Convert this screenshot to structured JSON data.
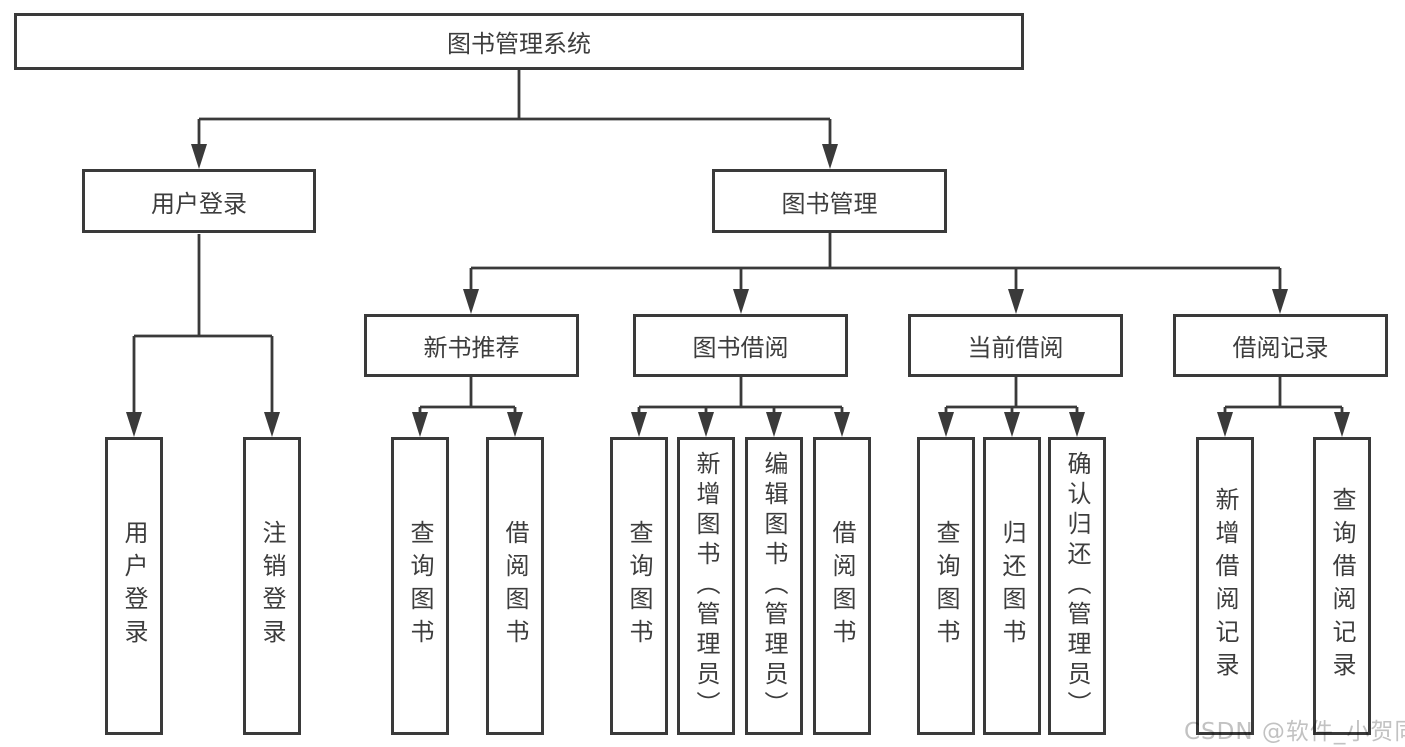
{
  "diagram": {
    "watermark": "CSDN @软件_小贺同学",
    "colors": {
      "line": "#3a3a3a",
      "text": "#3d3d3d",
      "box_background": "#ffffff",
      "watermark": "#c2c2c2"
    },
    "tree": {
      "label": "图书管理系统",
      "children": [
        {
          "label": "用户登录",
          "children": [
            {
              "label": "用户登录"
            },
            {
              "label": "注销登录"
            }
          ]
        },
        {
          "label": "图书管理",
          "children": [
            {
              "label": "新书推荐",
              "children": [
                {
                  "label": "查询图书"
                },
                {
                  "label": "借阅图书"
                }
              ]
            },
            {
              "label": "图书借阅",
              "children": [
                {
                  "label": "查询图书"
                },
                {
                  "label": "新增图书（管理员）"
                },
                {
                  "label": "编辑图书（管理员）"
                },
                {
                  "label": "借阅图书"
                }
              ]
            },
            {
              "label": "当前借阅",
              "children": [
                {
                  "label": "查询图书"
                },
                {
                  "label": "归还图书"
                },
                {
                  "label": "确认归还（管理员）"
                }
              ]
            },
            {
              "label": "借阅记录",
              "children": [
                {
                  "label": "新增借阅记录"
                },
                {
                  "label": "查询借阅记录"
                }
              ]
            }
          ]
        }
      ]
    }
  }
}
